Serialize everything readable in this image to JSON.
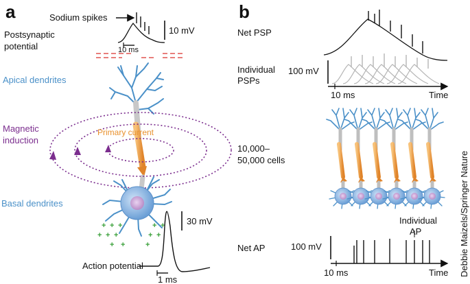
{
  "panels": {
    "a": "a",
    "b": "b"
  },
  "panel_a": {
    "sodium_spikes": "Sodium spikes",
    "postsynaptic_potential": [
      "Postsynaptic",
      "potential"
    ],
    "scale_10mV": "10 mV",
    "scale_10ms": "10 ms",
    "apical_dendrites": "Apical dendrites",
    "magnetic_induction": [
      "Magnetic",
      "induction"
    ],
    "primary_current": "Primary current",
    "basal_dendrites": "Basal dendrites",
    "scale_30mV": "30 mV",
    "action_potential": "Action potential",
    "scale_1ms": "1 ms"
  },
  "panel_b": {
    "net_psp": "Net PSP",
    "individual_psps": [
      "Individual",
      "PSPs"
    ],
    "scale_100mV_top": "100 mV",
    "axis_10ms_top": "10 ms",
    "time_top": "Time",
    "cell_count": [
      "10,000–",
      "50,000 cells"
    ],
    "individual_ap": [
      "Individual",
      "AP"
    ],
    "net_ap": "Net AP",
    "scale_100mV_bottom": "100 mV",
    "axis_10ms_bottom": "10 ms",
    "time_bottom": "Time"
  },
  "credit": "Debbie Maizels/Springer Nature",
  "colors": {
    "dendrite_blue": "#4a90c8",
    "soma_blue": "#8fb8e6",
    "induction_purple": "#7b2d8e",
    "current_orange": "#e8902c",
    "dash_red": "#d9302c",
    "charge_green": "#3aa03a",
    "psp_gray": "#b5b5b5"
  }
}
